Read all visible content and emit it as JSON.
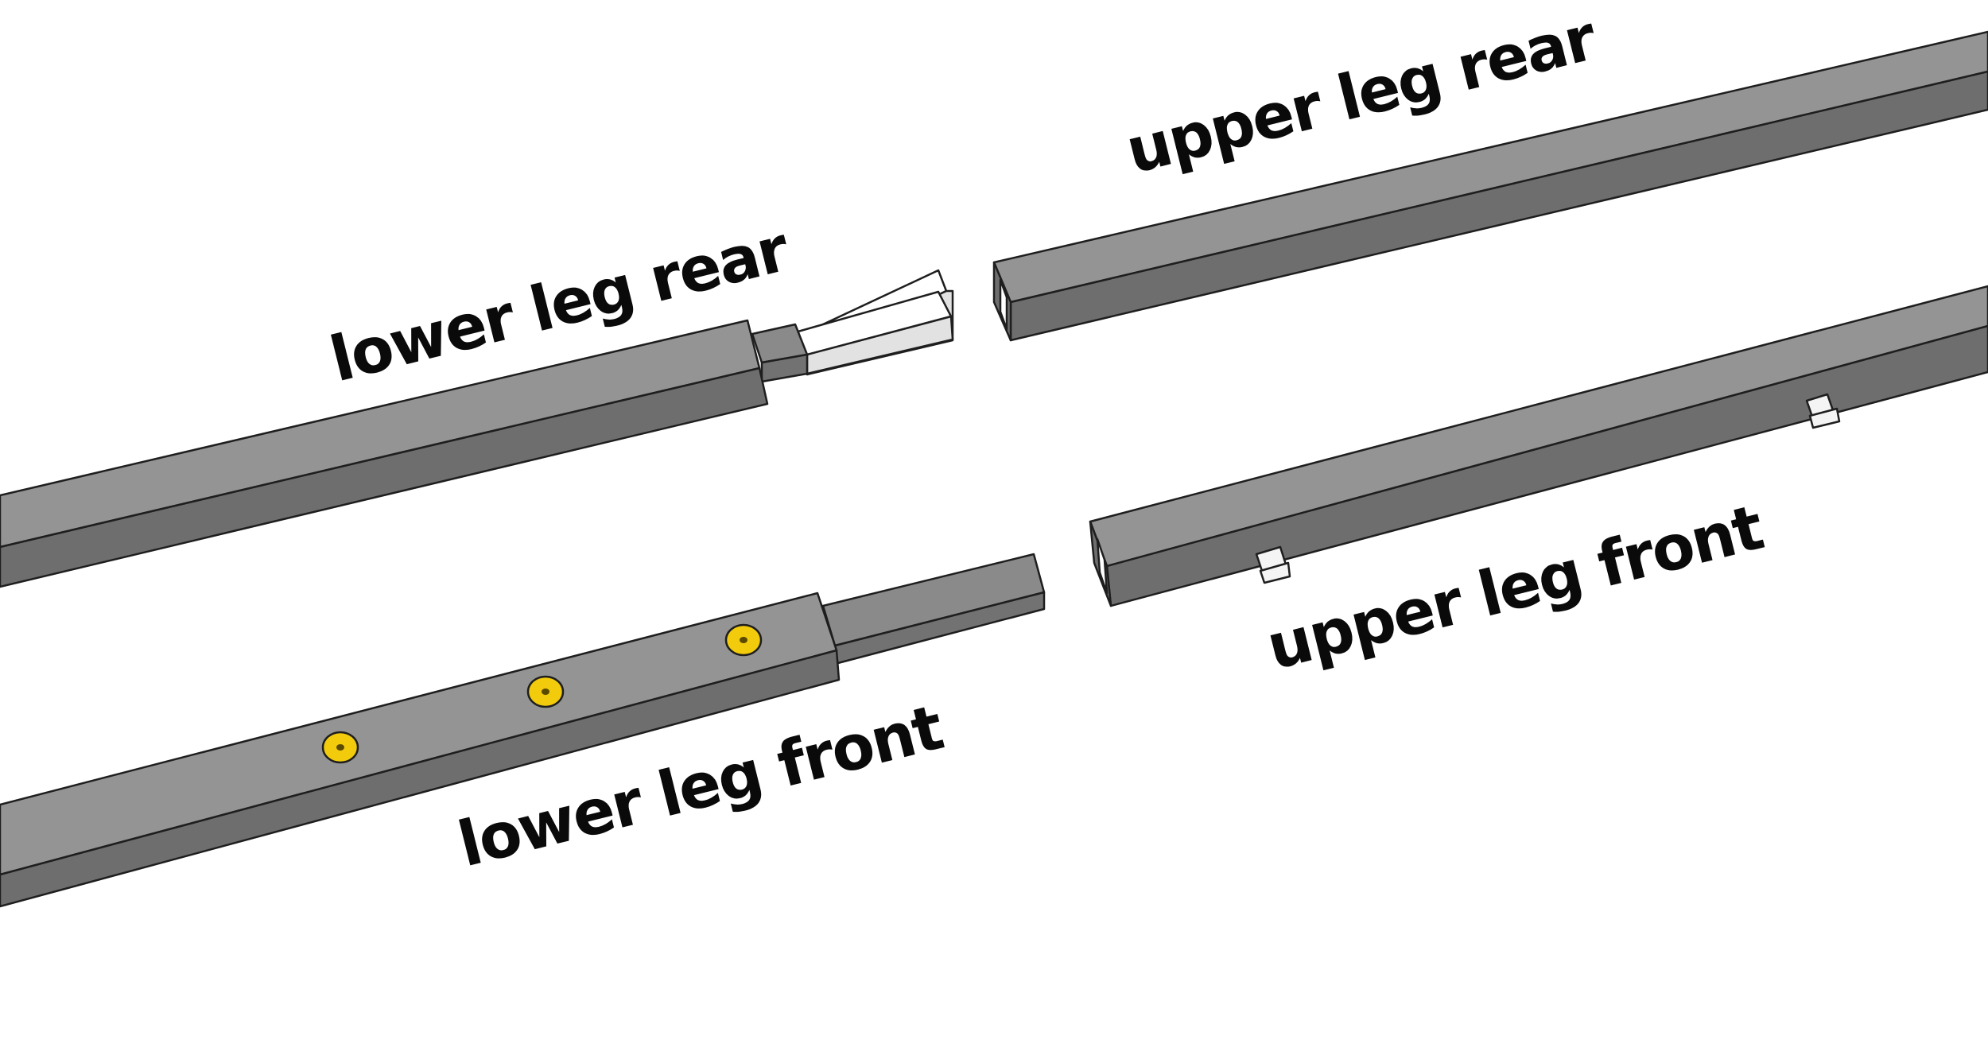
{
  "labels": {
    "upper_leg_rear": "upper leg rear",
    "lower_leg_rear": "lower leg rear",
    "upper_leg_front": "upper leg front",
    "lower_leg_front": "lower leg front"
  },
  "colors": {
    "tube_top": "#949494",
    "tube_side": "#6e6e6e",
    "inner_top": "#8a8a8a",
    "inner_side": "#727272",
    "insert_top": "#ffffff",
    "insert_side": "#e2e2e2",
    "washer": "#f2cc0c",
    "clip": "#f4f4f4",
    "outline": "#1e1e1e"
  }
}
